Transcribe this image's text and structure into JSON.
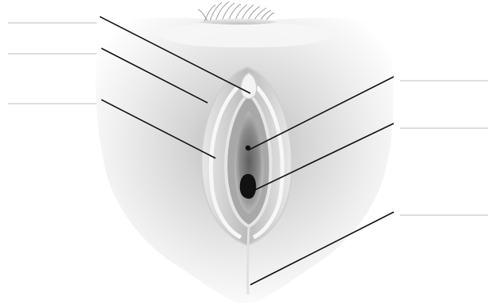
{
  "diagram": {
    "labels": [
      {
        "id": "label-1",
        "text": ""
      },
      {
        "id": "label-2",
        "text": ""
      },
      {
        "id": "label-3",
        "text": ""
      },
      {
        "id": "label-4",
        "text": ""
      },
      {
        "id": "label-5",
        "text": ""
      },
      {
        "id": "label-6",
        "text": ""
      }
    ],
    "colors": {
      "background": "#ffffff",
      "skin_light": "#f3f3f3",
      "skin_mid": "#cfcfcf",
      "skin_dark": "#8f8f8f",
      "opening": "#111111",
      "leader_line": "#111111",
      "blank_line": "#bdbdbd"
    }
  }
}
